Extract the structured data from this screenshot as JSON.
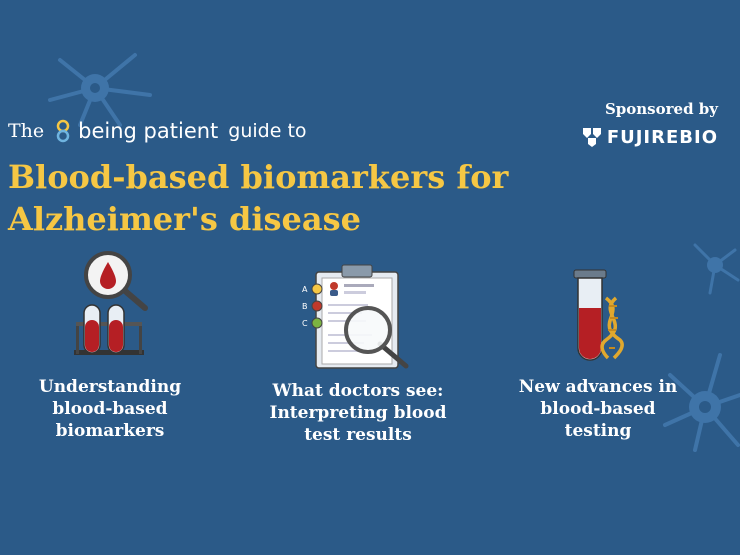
{
  "header": {
    "prefix": "The",
    "brand": "being patient",
    "suffix": "guide to",
    "title_line1": "Blood-based biomarkers for",
    "title_line2": "Alzheimer's disease"
  },
  "sponsor": {
    "label": "Sponsored by",
    "name": "FUJIREBIO"
  },
  "topics": [
    {
      "icon": "blood-sample-magnifier-icon",
      "line1": "Understanding",
      "line2": "blood-based",
      "line3": "biomarkers"
    },
    {
      "icon": "clipboard-test-results-icon",
      "line1": "What doctors see:",
      "line2": "Interpreting blood",
      "line3": "test results"
    },
    {
      "icon": "test-tube-dna-icon",
      "line1": "New advances in",
      "line2": "blood-based",
      "line3": "testing"
    }
  ],
  "clipboard_letters": [
    "A",
    "B",
    "C"
  ],
  "colors": {
    "background": "#2b5a88",
    "title": "#f6c744",
    "text": "#ffffff",
    "blood": "#b51f24"
  }
}
